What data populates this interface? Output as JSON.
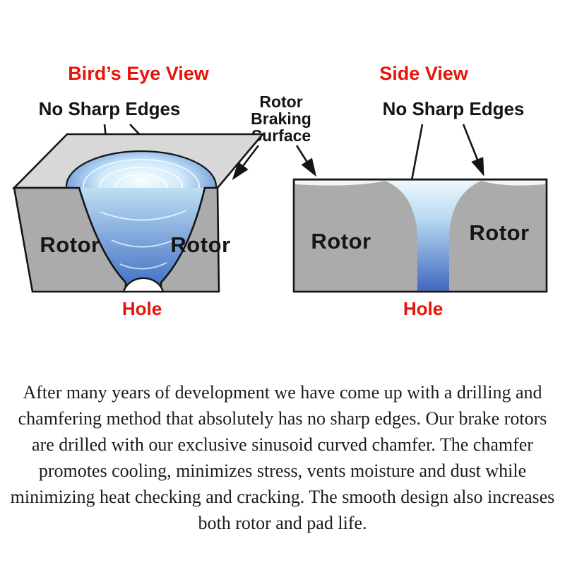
{
  "titles": {
    "left": "Bird’s Eye View",
    "right": "Side View"
  },
  "labels": {
    "no_sharp_edges_left": "No Sharp Edges",
    "no_sharp_edges_right": "No Sharp Edges",
    "rotor_braking": [
      "Rotor",
      "Braking",
      "Surface"
    ],
    "rotor_birdseye_left": "Rotor",
    "rotor_birdseye_right": "Rotor",
    "rotor_side_left": "Rotor",
    "rotor_side_right": "Rotor",
    "hole_left": "Hole",
    "hole_right": "Hole"
  },
  "colors": {
    "accent_red": "#e8130a",
    "text_black": "#151515",
    "rotor_gray_front": "#ababab",
    "rotor_gray_top": "#d8d8d8",
    "chamfer_blue_deep": "#3f6cc4",
    "chamfer_blue_light": "#cfe9f9"
  },
  "paragraph": "After many years of development we have come up with a drilling and chamfering method that absolutely has no sharp edges.  Our brake rotors are drilled with our exclusive sinusoid curved chamfer. The chamfer promotes cooling, minimizes stress, vents moisture and dust while minimizing heat checking and cracking. The smooth design also increases both rotor and pad life."
}
